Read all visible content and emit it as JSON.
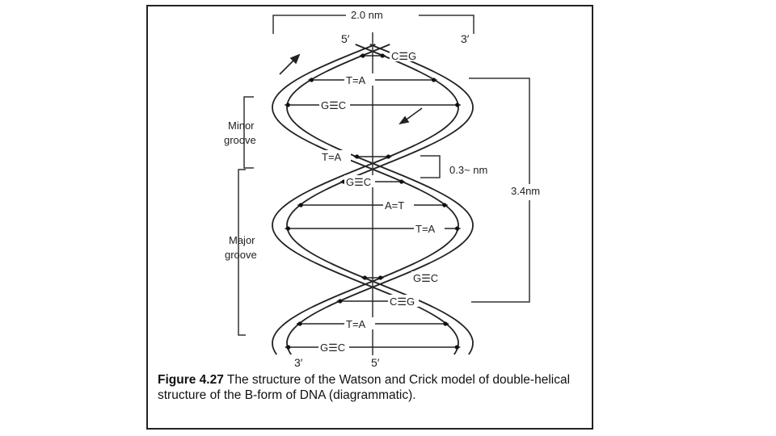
{
  "diagram": {
    "width_label": "2.0 nm",
    "top_labels": {
      "left": "5′",
      "right": "3′"
    },
    "bottom_labels": {
      "left": "3′",
      "right": "5′"
    },
    "minor_groove": {
      "line1": "Minor",
      "line2": "groove"
    },
    "major_groove": {
      "line1": "Major",
      "line2": "groove"
    },
    "rise_label": "0.3~ nm",
    "pitch_label": "3.4nm",
    "base_pairs": [
      "C☰G",
      "T=A",
      "G☰C",
      "T=A",
      "G☰C",
      "A=T",
      "T=A",
      "G☰C",
      "C☰G",
      "T=A",
      "G☰C"
    ]
  },
  "caption": {
    "figure_number": "Figure 4.27",
    "text": " The structure of the Watson and Crick model of double-helical structure of the B-form of DNA (diagrammatic)."
  }
}
